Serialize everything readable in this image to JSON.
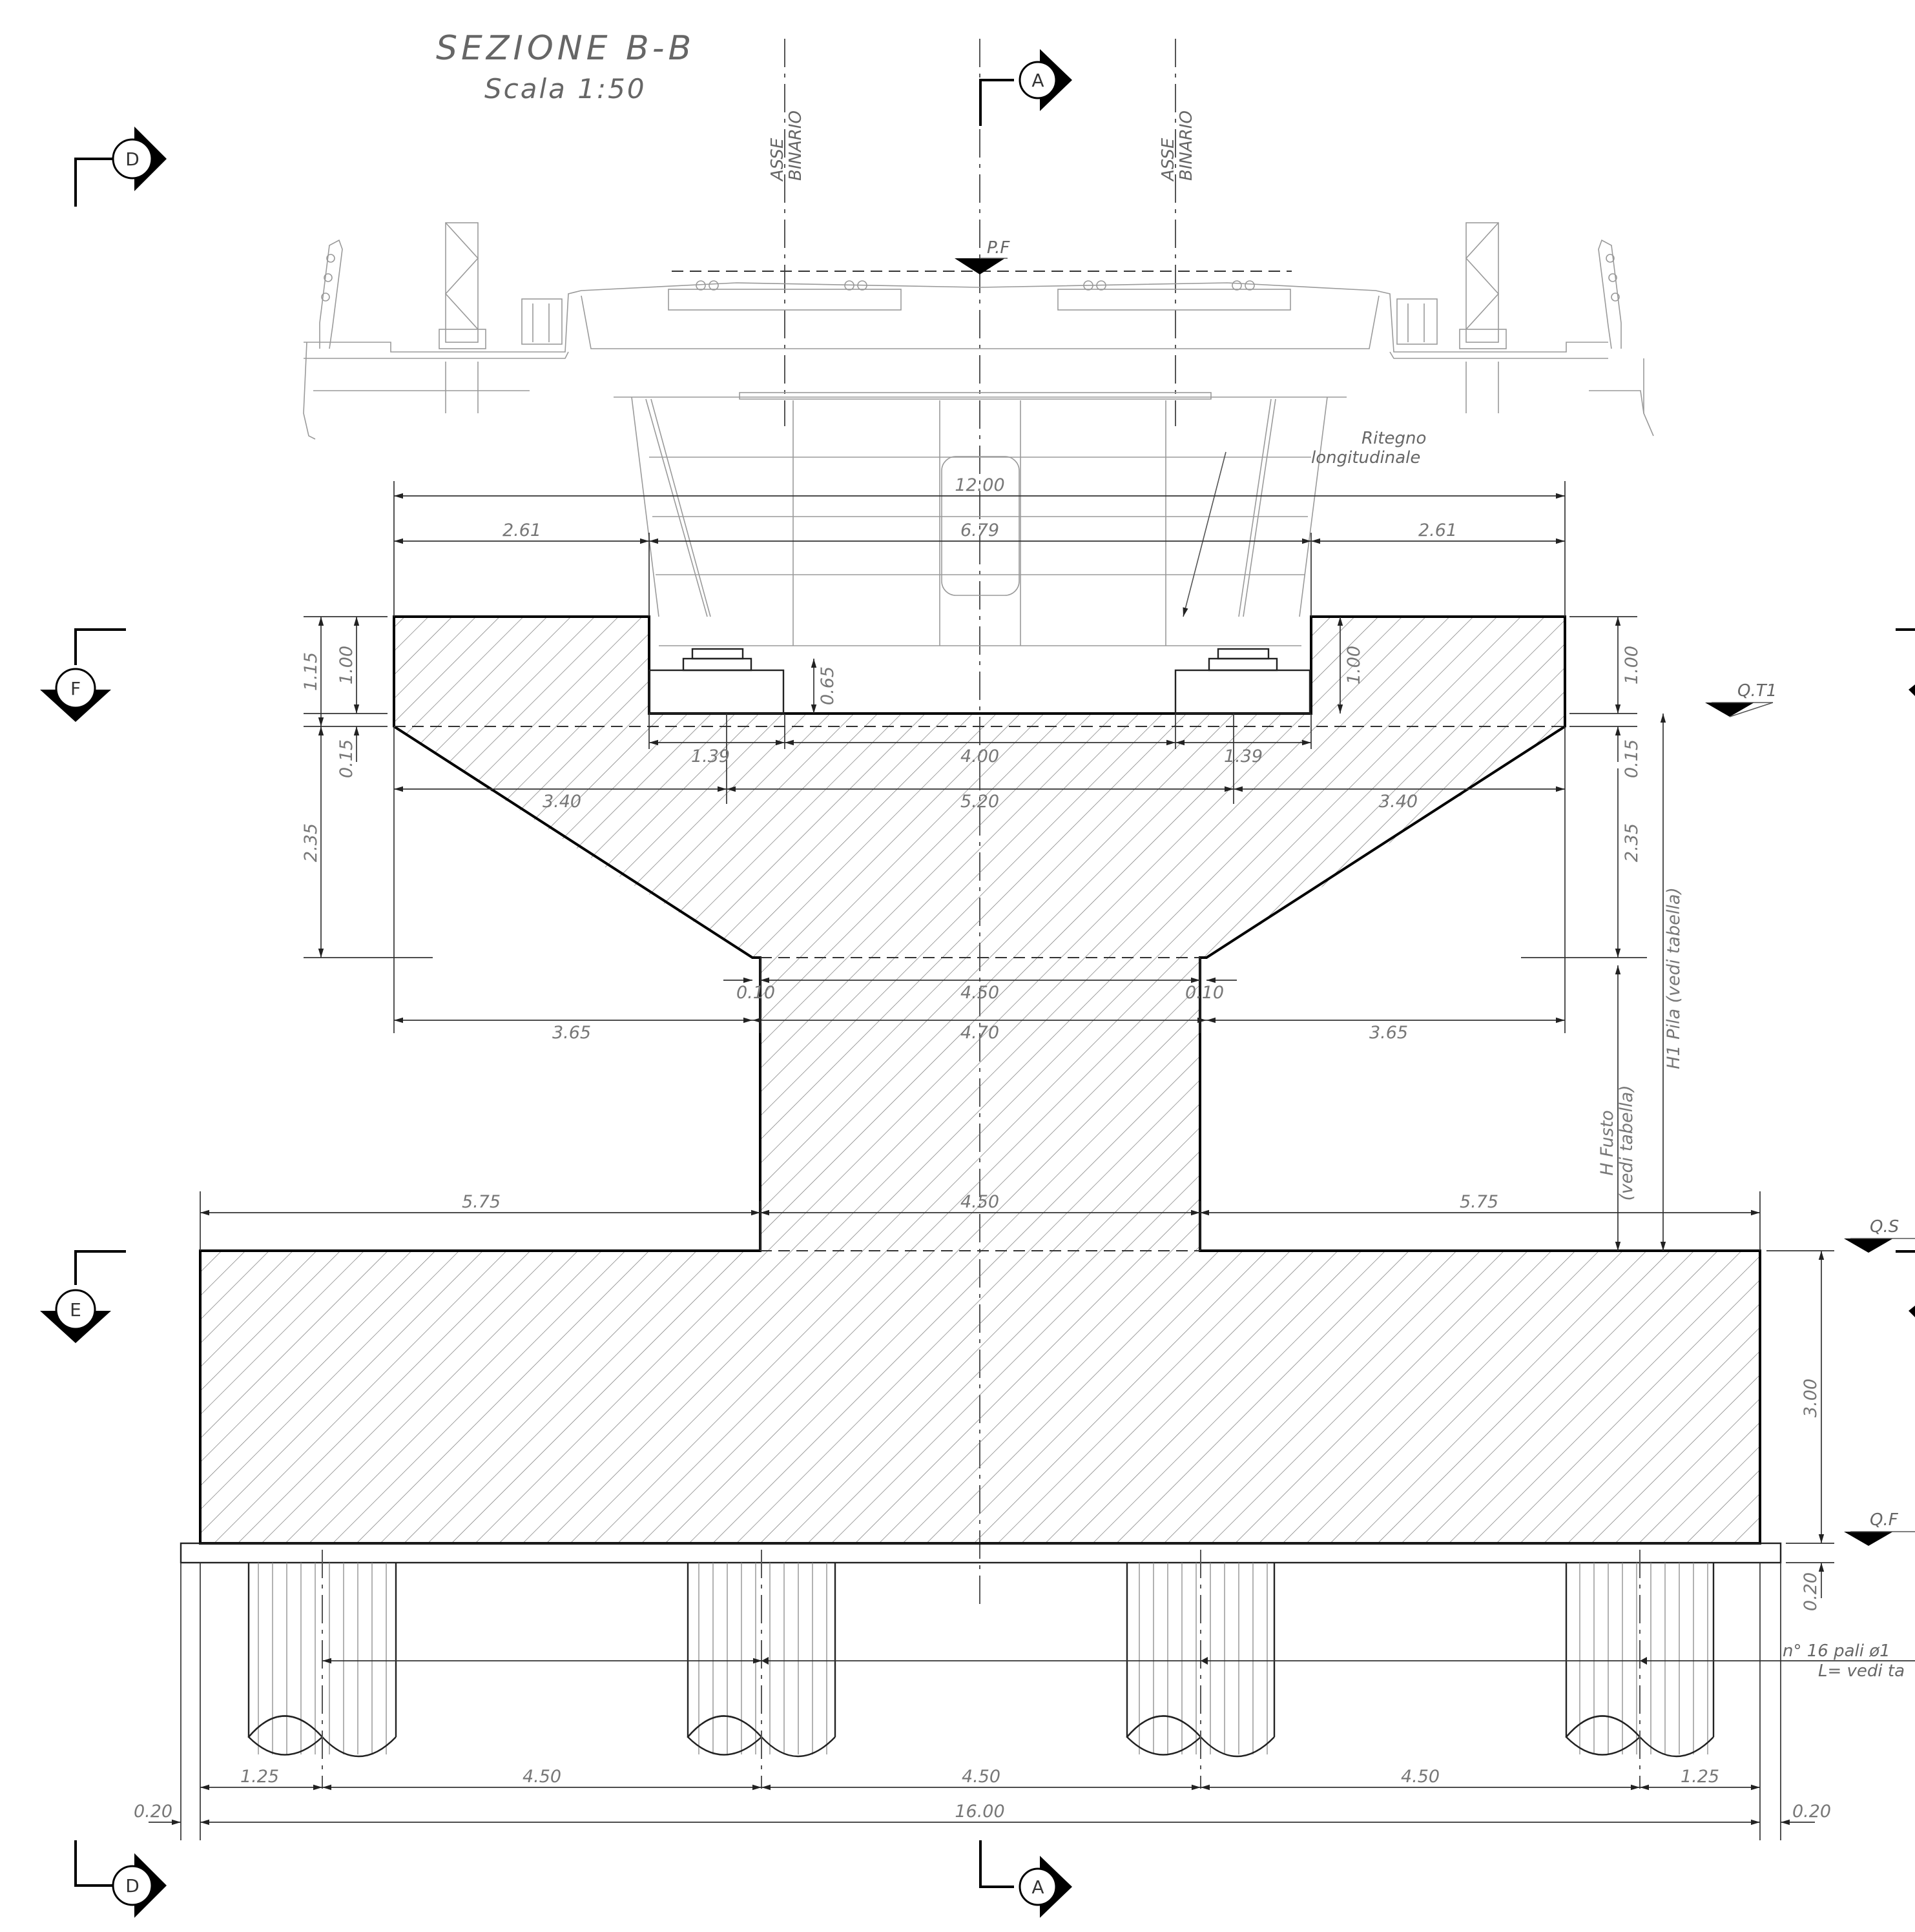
{
  "title": {
    "section": "SEZIONE B-B",
    "scale": "Scala 1:50"
  },
  "section_markers": {
    "A_top": "A",
    "A_bottom": "A",
    "D_top": "D",
    "D_bottom": "D",
    "F": "F",
    "E": "E"
  },
  "axis_labels": {
    "left": [
      "ASSE",
      "BINARIO"
    ],
    "right": [
      "ASSE",
      "BINARIO"
    ]
  },
  "levels": {
    "pf": "P.F",
    "qt1": "Q.T1",
    "qs": "Q.S",
    "qf": "Q.F"
  },
  "notes": {
    "ritegno_line1": "Ritegno",
    "ritegno_line2": "longitudinale",
    "h_fusto_line1": "H Fusto",
    "h_fusto_line2": "(vedi tabella)",
    "h1_pila": "H1 Pila (vedi tabella)",
    "pali_line1": "n° 16 pali ø1",
    "pali_line2": "L= vedi ta"
  },
  "dimensions": {
    "overall_top": "12.00",
    "cap_left": "2.61",
    "cap_mid": "6.79",
    "cap_right": "2.61",
    "h_left_outer": "1.15",
    "h_left_inner": "1.00",
    "h_bearing": "0.65",
    "h_right_inner": "1.00",
    "h_right_outer": "1.00",
    "h_left_015": "0.15",
    "h_right_015": "0.15",
    "h_left_235": "2.35",
    "h_right_235": "2.35",
    "bearing_left": "1.39",
    "bearing_mid": "4.00",
    "bearing_right": "1.39",
    "taper_left": "3.40",
    "taper_mid": "5.20",
    "taper_right": "3.40",
    "neck_left": "0.10",
    "neck_mid": "4.50",
    "neck_right": "0.10",
    "over_left": "3.65",
    "shaft_width": "4.70",
    "over_right": "3.65",
    "plinth_left": "5.75",
    "plinth_mid": "4.50",
    "plinth_right": "5.75",
    "plinth_height": "3.00",
    "blinding": "0.20",
    "pile_edge_left": "1.25",
    "pile_1": "4.50",
    "pile_2": "4.50",
    "pile_3": "4.50",
    "pile_edge_right": "1.25",
    "total_width": "16.00",
    "blind_left": "0.20",
    "blind_right": "0.20"
  }
}
